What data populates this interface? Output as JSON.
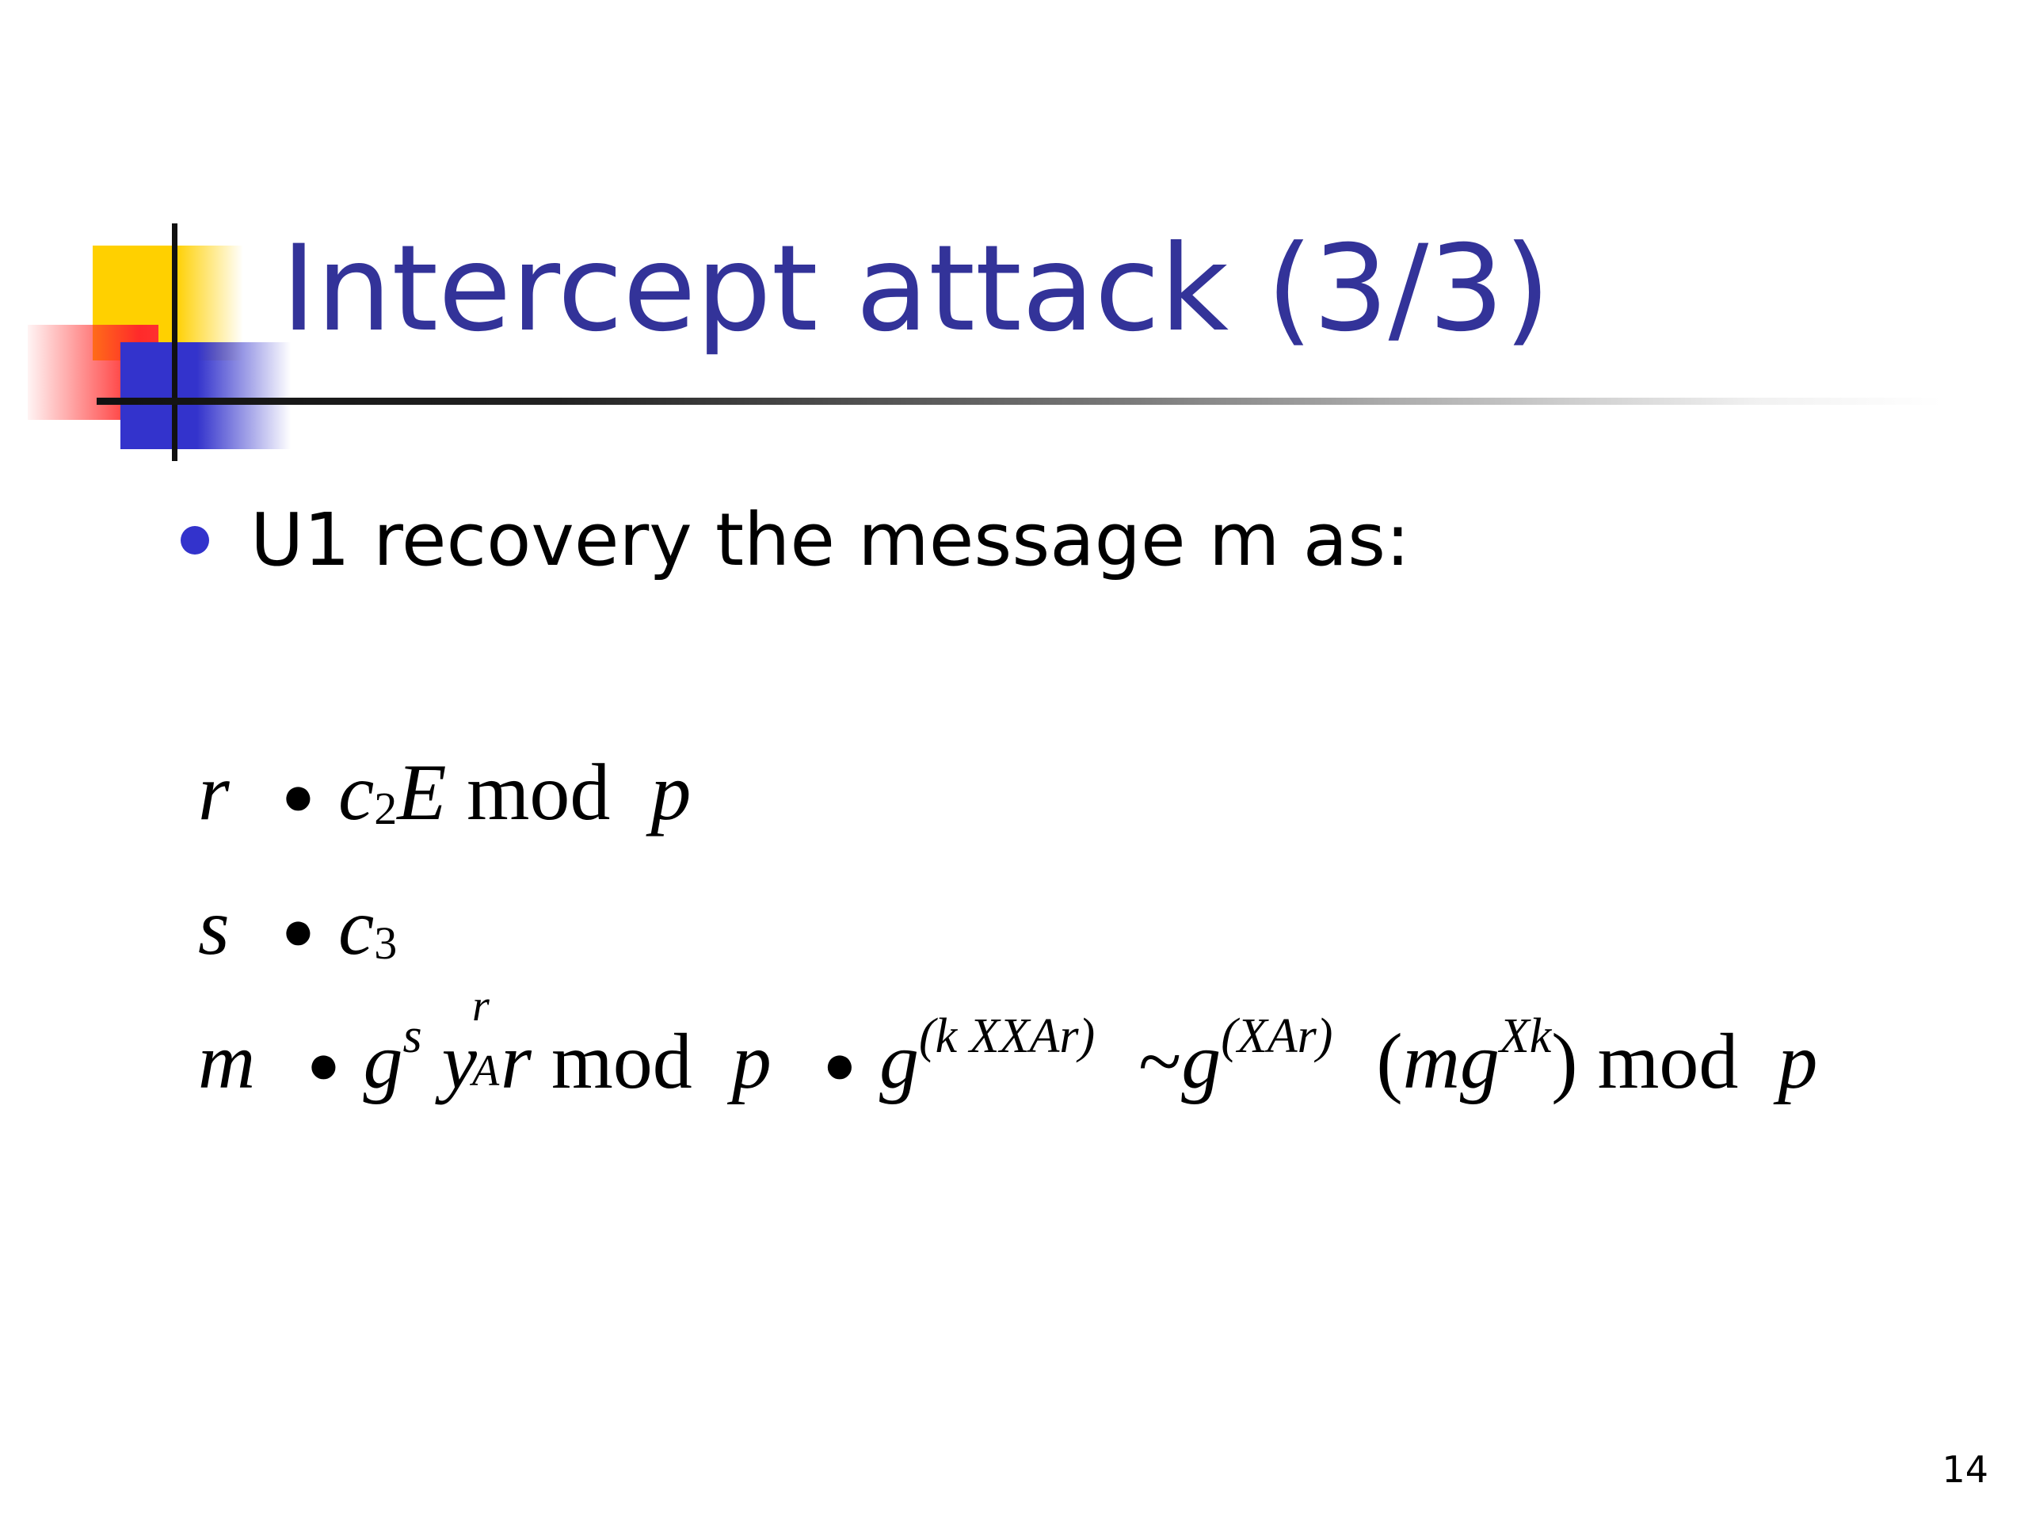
{
  "slide": {
    "title": "Intercept attack (3/3)",
    "bullet": "U1 recovery the message m as:",
    "page_number": "14"
  },
  "equations": {
    "eq1": {
      "lhs": "r",
      "sym": "●",
      "c": "c",
      "sub": "2",
      "E": "E",
      "mod": "mod",
      "p": "p"
    },
    "eq2": {
      "lhs": "s",
      "sym": "●",
      "c": "c",
      "sub": "3"
    },
    "eq3": {
      "lhs": "m",
      "sym": "●",
      "g": "g",
      "s": "s",
      "y": "y",
      "r": "r",
      "A": "A",
      "mod": "mod",
      "p": "p",
      "exp1": "(k ΧXAr)",
      "g2": "g",
      "exp2": "(XAr)",
      "mg": "mg",
      "exp3": "Χk",
      "tail_paren": ")"
    }
  },
  "colors": {
    "title": "#333399",
    "bullet": "#3333cc",
    "accent_yellow": "#ffd000",
    "accent_red": "#ff2a2a"
  }
}
